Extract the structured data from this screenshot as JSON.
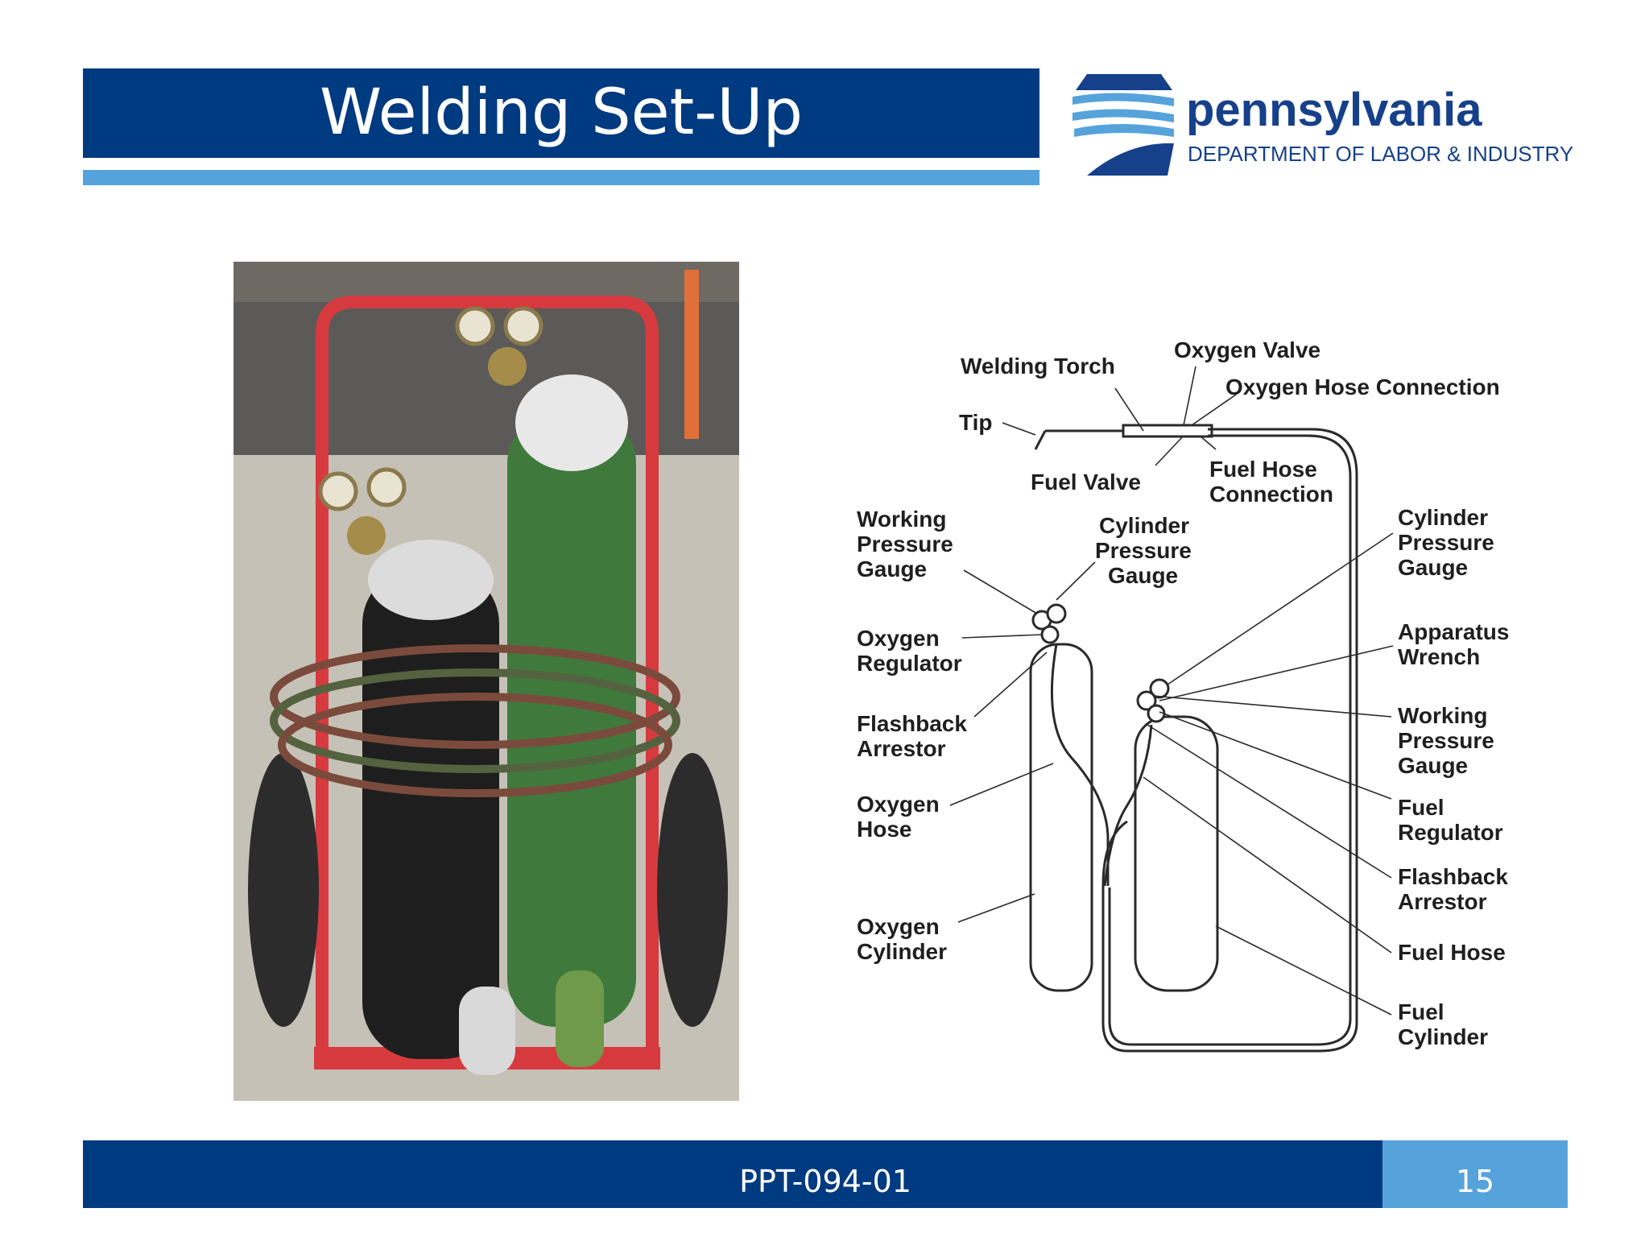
{
  "slide": {
    "title": "Welding Set-Up",
    "footer_code": "PPT-094-01",
    "page_number": "15",
    "colors": {
      "navy": "#003a80",
      "light_blue": "#56a3dc",
      "logo_blue": "#16408a"
    }
  },
  "logo": {
    "wordmark": "pennsylvania",
    "subtitle": "DEPARTMENT OF LABOR & INDUSTRY"
  },
  "diagram": {
    "labels": {
      "oxygen_valve": "Oxygen Valve",
      "welding_torch": "Welding Torch",
      "oxygen_hose_connection": "Oxygen Hose Connection",
      "tip": "Tip",
      "fuel_valve": "Fuel Valve",
      "fuel_hose_connection_1": "Fuel Hose",
      "fuel_hose_connection_2": "Connection",
      "working_pressure_gauge_left_1": "Working",
      "working_pressure_gauge_left_2": "Pressure",
      "working_pressure_gauge_left_3": "Gauge",
      "cylinder_pressure_gauge_mid_1": "Cylinder",
      "cylinder_pressure_gauge_mid_2": "Pressure",
      "cylinder_pressure_gauge_mid_3": "Gauge",
      "cylinder_pressure_gauge_right_1": "Cylinder",
      "cylinder_pressure_gauge_right_2": "Pressure",
      "cylinder_pressure_gauge_right_3": "Gauge",
      "oxygen_regulator_1": "Oxygen",
      "oxygen_regulator_2": "Regulator",
      "apparatus_wrench_1": "Apparatus",
      "apparatus_wrench_2": "Wrench",
      "flashback_arrestor_left_1": "Flashback",
      "flashback_arrestor_left_2": "Arrestor",
      "working_pressure_gauge_right_1": "Working",
      "working_pressure_gauge_right_2": "Pressure",
      "working_pressure_gauge_right_3": "Gauge",
      "oxygen_hose_1": "Oxygen",
      "oxygen_hose_2": "Hose",
      "fuel_regulator_1": "Fuel",
      "fuel_regulator_2": "Regulator",
      "flashback_arrestor_right_1": "Flashback",
      "flashback_arrestor_right_2": "Arrestor",
      "oxygen_cylinder_1": "Oxygen",
      "oxygen_cylinder_2": "Cylinder",
      "fuel_hose": "Fuel Hose",
      "fuel_cylinder_1": "Fuel",
      "fuel_cylinder_2": "Cylinder"
    }
  }
}
